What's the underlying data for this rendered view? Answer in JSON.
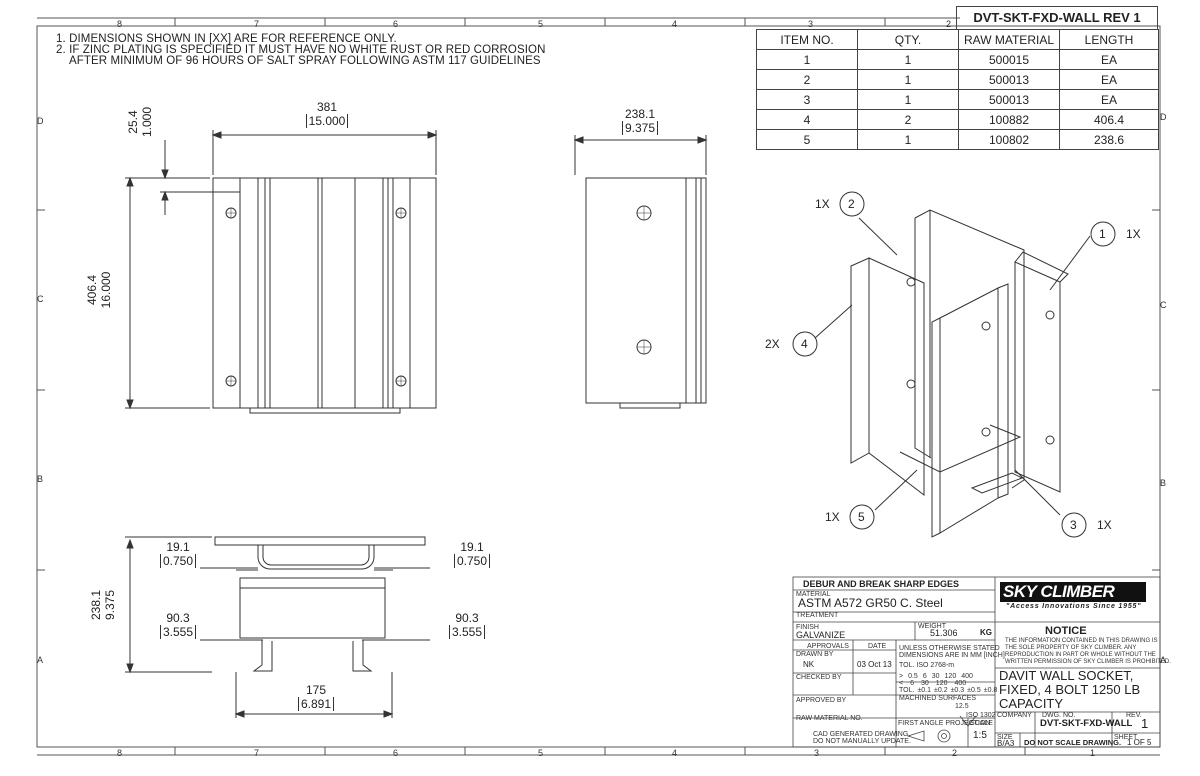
{
  "doc_number_rev": "DVT-SKT-FXD-WALL   REV 1",
  "notes": [
    "1. DIMENSIONS SHOWN IN [XX] ARE FOR REFERENCE ONLY.",
    "2. IF ZINC PLATING IS SPECIFIED IT MUST HAVE NO WHITE RUST OR RED CORROSION",
    "AFTER MINIMUM  OF 96 HOURS OF SALT SPRAY FOLLOWING ASTM 117 GUIDELINES"
  ],
  "zones": {
    "columns": [
      "8",
      "7",
      "6",
      "5",
      "4",
      "3",
      "2",
      "1"
    ],
    "rows": [
      "D",
      "C",
      "B",
      "A"
    ]
  },
  "bom": {
    "headers": [
      "ITEM NO.",
      "QTY.",
      "RAW MATERIAL",
      "LENGTH"
    ],
    "rows": [
      [
        "1",
        "1",
        "500015",
        "EA"
      ],
      [
        "2",
        "1",
        "500013",
        "EA"
      ],
      [
        "3",
        "1",
        "500013",
        "EA"
      ],
      [
        "4",
        "2",
        "100882",
        "406.4"
      ],
      [
        "5",
        "1",
        "100802",
        "238.6"
      ]
    ]
  },
  "dims": {
    "front_width": "381",
    "front_width_in": "15.000",
    "front_top": "25.4",
    "front_top_in": "1.000",
    "front_height": "406.4",
    "front_height_in": "16.000",
    "side_width": "238.1",
    "side_width_in": "9.375",
    "plan_left_flange": "19.1",
    "plan_left_flange_in": "0.750",
    "plan_right_flange": "19.1",
    "plan_right_flange_in": "0.750",
    "plan_left_inner": "90.3",
    "plan_left_inner_in": "3.555",
    "plan_right_inner": "90.3",
    "plan_right_inner_in": "3.555",
    "plan_depth": "238.1",
    "plan_depth_in": "9.375",
    "plan_bottom": "175",
    "plan_bottom_in": "6.891"
  },
  "callouts": [
    {
      "num": "2",
      "qty": "1X"
    },
    {
      "num": "1",
      "qty": "1X"
    },
    {
      "num": "4",
      "qty": "2X"
    },
    {
      "num": "5",
      "qty": "1X"
    },
    {
      "num": "3",
      "qty": "1X"
    }
  ],
  "title_block": {
    "debur": "DEBUR AND BREAK SHARP EDGES",
    "material_label": "MATERIAL",
    "material": "ASTM A572 GR50 C. Steel",
    "treatment_label": "TREATMENT",
    "finish_label": "FINISH",
    "finish": "GALVANIZE",
    "weight_label": "WEIGHT",
    "weight": "51.306",
    "weight_unit": "KG",
    "approvals": "APPROVALS",
    "date_label": "DATE",
    "drawn_by": "DRAWN BY",
    "drawn_initials": "NK",
    "drawn_date": "03 Oct 13",
    "checked_by": "CHECKED BY",
    "approved_by": "APPROVED BY",
    "raw_material_no": "RAW MATERIAL NO.",
    "cad_note_1": "CAD GENERATED DRAWING,",
    "cad_note_2": "DO NOT MANUALLY UPDATE.",
    "unless_1": "UNLESS OTHERWISE STATED",
    "unless_2": "DIMENSIONS ARE IN MM [INCH]",
    "tol_iso": "TOL. ISO 2768-m",
    "tol_ranges_top": [
      ">",
      "0.5",
      "6",
      "30",
      "120",
      "400"
    ],
    "tol_ranges_bot": [
      "<",
      "6",
      "30",
      "120",
      "400",
      ""
    ],
    "tol_label": "TOL.",
    "tol_values": [
      "±0.1",
      "±0.2",
      "±0.3",
      "±0.5",
      "±0.8"
    ],
    "machined": "MACHINED SURFACES",
    "roughness": "12.5",
    "iso1302": "ISO 1302",
    "projection": "FIRST ANGLE PROJECTION",
    "scale_label": "SCALE",
    "scale": "1:5",
    "logo": "SKY CLIMBER",
    "logo_sub": "\"Access Innovations Since 1955\"",
    "notice_title": "NOTICE",
    "notice_lines": [
      "THE INFORMATION CONTAINED IN THIS DRAWING IS",
      "THE SOLE PROPERTY OF SKY CLIMBER. ANY",
      "REPRODUCTION IN PART OR WHOLE WITHOUT THE",
      "WRITTEN PERMISSION OF SKY CLIMBER IS PROHIBITED."
    ],
    "title_lines": [
      "DAVIT WALL SOCKET,",
      "FIXED, 4 BOLT 1250 LB",
      "CAPACITY"
    ],
    "company_label": "COMPANY",
    "dwg_no_label": "DWG. NO.",
    "dwg_no": "DVT-SKT-FXD-WALL",
    "rev_label": "REV.",
    "rev": "1",
    "size_label": "SIZE",
    "size": "B/A3",
    "do_not_scale": "DO NOT SCALE DRAWING.",
    "sheet_label": "SHEET",
    "sheet": "1 OF 5"
  }
}
